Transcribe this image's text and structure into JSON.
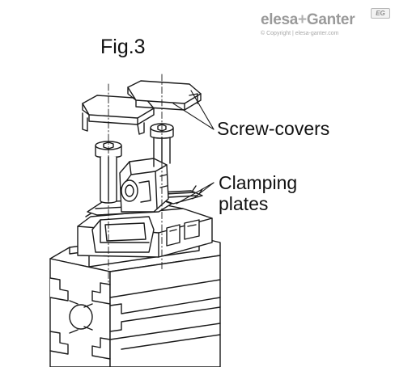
{
  "figure": {
    "title": "Fig.3",
    "labels": {
      "screw_covers": "Screw-covers",
      "clamping_line1": "Clamping",
      "clamping_line2": "plates"
    }
  },
  "brand": {
    "name_part1": "elesa",
    "plus": "+",
    "name_part2": "Ganter",
    "badge": "EG",
    "copyright": "© Copyright | elesa-ganter.com"
  },
  "colors": {
    "line": "#1a1a1a",
    "brand_gray": "#9a9a9a"
  }
}
